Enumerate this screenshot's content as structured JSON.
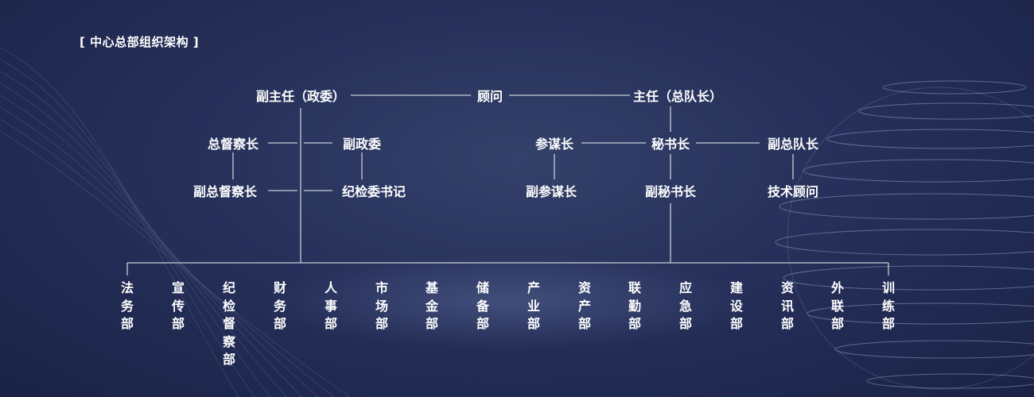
{
  "title": "[ 中心总部组织架构 ]",
  "nodes": {
    "deputy_director": "副主任（政委）",
    "advisor": "顾问",
    "director": "主任（总队长）",
    "chief_inspector": "总督察长",
    "deputy_political": "副政委",
    "deputy_chief_inspector": "副总督察长",
    "discipline_secretary": "纪检委书记",
    "chief_of_staff": "参谋长",
    "secretary_general": "秘书长",
    "deputy_captain": "副总队长",
    "deputy_chief_of_staff": "副参谋长",
    "deputy_secretary_general": "副秘书长",
    "tech_advisor": "技术顾问"
  },
  "departments": [
    "法务部",
    "宣传部",
    "纪检督察部",
    "财务部",
    "人事部",
    "市场部",
    "基金部",
    "储备部",
    "产业部",
    "资产部",
    "联勤部",
    "应急部",
    "建设部",
    "资讯部",
    "外联部",
    "训练部"
  ],
  "colors": {
    "background": "#26305a",
    "line": "#c8cdd8",
    "text": "#ffffff"
  }
}
